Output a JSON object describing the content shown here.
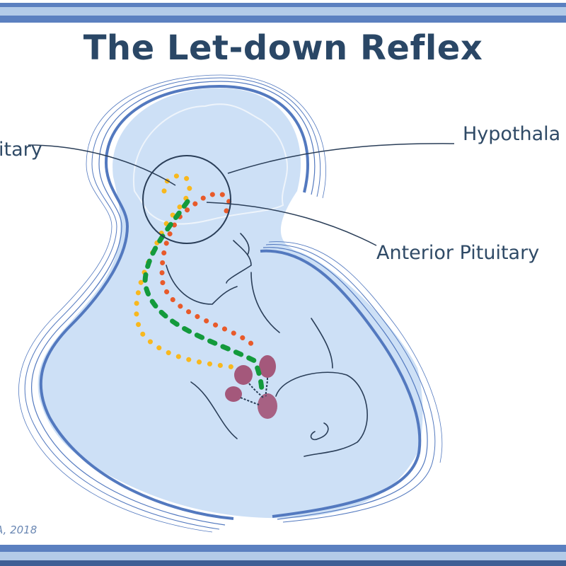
{
  "title": "The Let-down Reflex",
  "labels": {
    "left": "itary",
    "hypothalamus": "Hypothala",
    "anterior_pituitary": "Anterior Pituitary"
  },
  "credit": "A, 2018",
  "colors": {
    "band_dark": "#5b80c0",
    "band_light": "#b3cbe8",
    "figure_fill": "#cde0f6",
    "outline": "#5379bf",
    "line_dark": "#2a3e58",
    "dot_yellow": "#f8b81e",
    "dot_orange": "#e85a2a",
    "dot_green": "#139a3c",
    "gland": "#a04a6e"
  }
}
